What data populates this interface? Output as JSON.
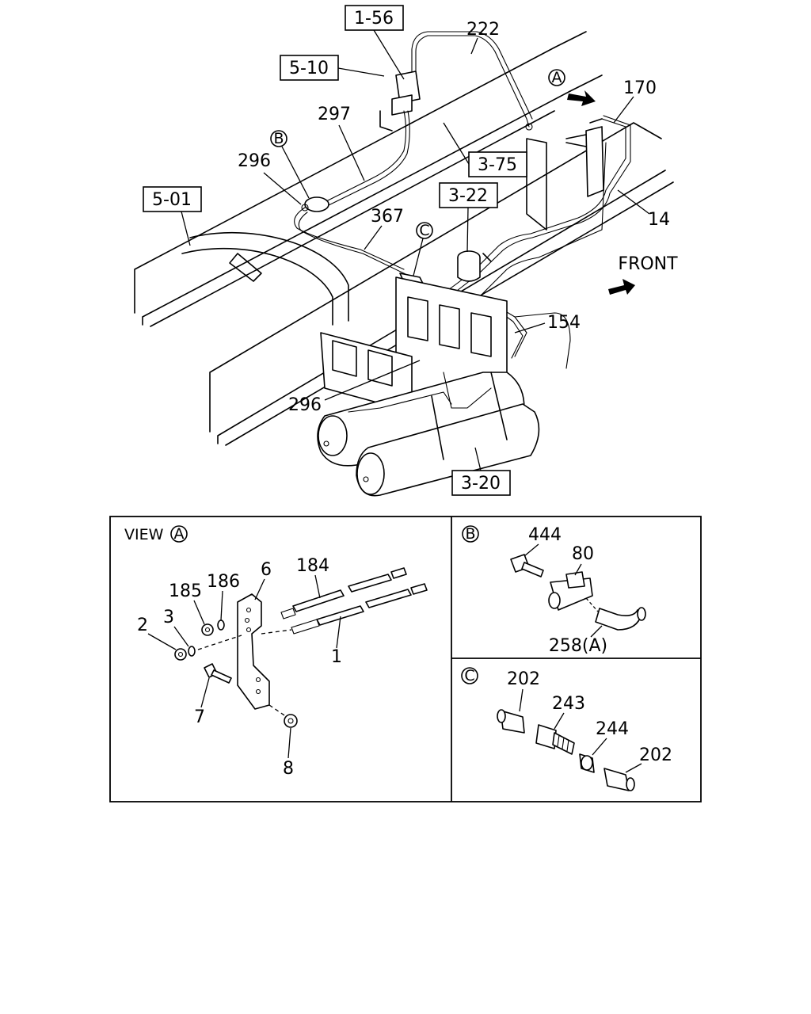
{
  "refs": {
    "r1_56": "1-56",
    "r5_10": "5-10",
    "r5_01": "5-01",
    "r3_75": "3-75",
    "r3_22": "3-22",
    "r3_20": "3-20"
  },
  "callouts": {
    "p222": "222",
    "p170": "170",
    "p297": "297",
    "p296a": "296",
    "p367": "367",
    "p14": "14",
    "p154": "154",
    "p296b": "296"
  },
  "markers": {
    "a": "A",
    "b": "B",
    "c": "C"
  },
  "front_label": "FRONT",
  "view_a": {
    "title": "VIEW",
    "marker": "A",
    "parts": {
      "p6": "6",
      "p184": "184",
      "p185": "185",
      "p186": "186",
      "p2": "2",
      "p3": "3",
      "p1": "1",
      "p7": "7",
      "p8": "8"
    }
  },
  "view_b": {
    "marker": "B",
    "parts": {
      "p444": "444",
      "p80": "80",
      "p258": "258(A)"
    }
  },
  "view_c": {
    "marker": "C",
    "parts": {
      "p202a": "202",
      "p243": "243",
      "p244": "244",
      "p202b": "202"
    }
  }
}
